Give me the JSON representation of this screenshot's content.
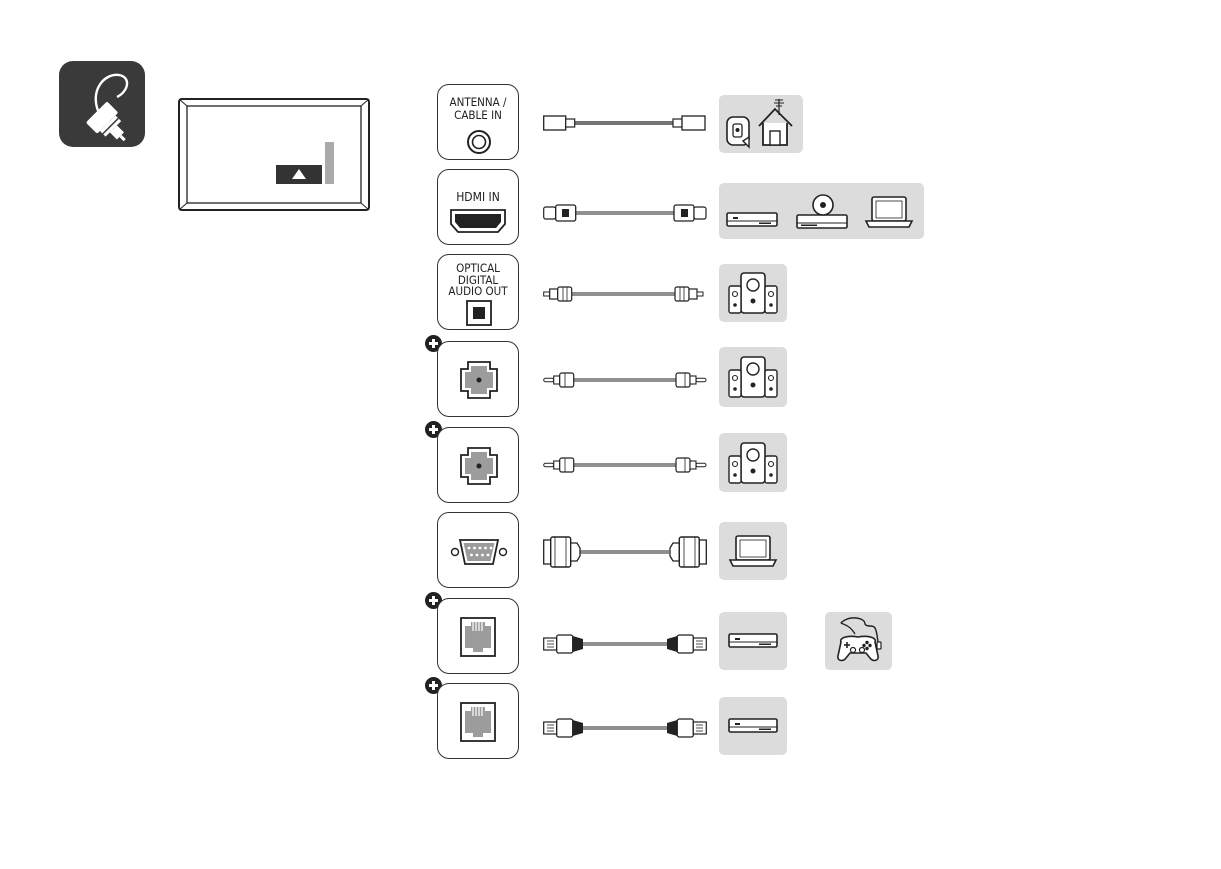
{
  "connect_icon": "cable-plug-icon",
  "tv_diagram": {
    "icon": "tv-back-panel-icon"
  },
  "ports": [
    {
      "label": "ANTENNA /\nCABLE IN",
      "icon": "coax-port-icon",
      "cable": "coax-cable-icon",
      "devices": [
        "antenna-house-icon"
      ]
    },
    {
      "label": "HDMI IN",
      "icon": "hdmi-port-icon",
      "cable": "hdmi-cable-icon",
      "devices": [
        "set-top-box-icon",
        "dvd-player-icon",
        "laptop-icon"
      ]
    },
    {
      "label": "OPTICAL\nDIGITAL\nAUDIO OUT",
      "icon": "optical-port-icon",
      "cable": "optical-cable-icon",
      "devices": [
        "speaker-system-icon"
      ]
    },
    {
      "label": "",
      "optional": true,
      "icon": "audio-jack-icon",
      "cable": "audio-cable-icon",
      "devices": [
        "speaker-system-icon"
      ]
    },
    {
      "label": "",
      "optional": true,
      "icon": "audio-jack-icon",
      "cable": "audio-cable-icon",
      "devices": [
        "speaker-system-icon"
      ]
    },
    {
      "label": "",
      "icon": "rs232-port-icon",
      "cable": "rs232-cable-icon",
      "devices": [
        "laptop-icon"
      ]
    },
    {
      "label": "",
      "optional": true,
      "icon": "usb-port-icon",
      "cable": "usb-cable-icon",
      "devices": [
        "set-top-box-icon",
        "game-controller-icon"
      ]
    },
    {
      "label": "",
      "optional": true,
      "icon": "usb-port-icon",
      "cable": "usb-cable-icon",
      "devices": [
        "set-top-box-icon"
      ]
    }
  ]
}
